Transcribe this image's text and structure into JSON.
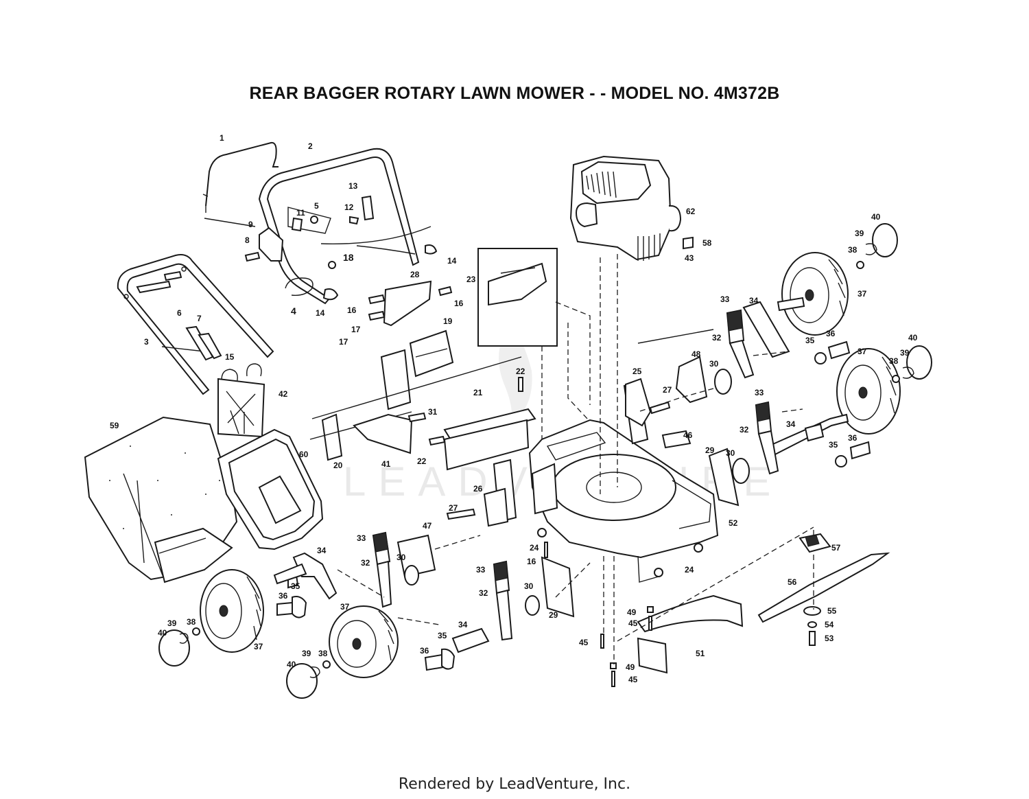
{
  "title": "REAR BAGGER ROTARY LAWN MOWER - - MODEL NO. 4M372B",
  "watermark": "LEADVENTURE",
  "footer": "Rendered by LeadVenture, Inc.",
  "parts": {
    "p1": "1",
    "p2": "2",
    "p3": "3",
    "p4": "4",
    "p5": "5",
    "p6": "6",
    "p7": "7",
    "p8": "8",
    "p9": "9",
    "p11": "11",
    "p12": "12",
    "p13": "13",
    "p14": "14",
    "p15": "15",
    "p16": "16",
    "p17": "17",
    "p18": "18",
    "p19": "19",
    "p20": "20",
    "p21": "21",
    "p22": "22",
    "p23": "23",
    "p24": "24",
    "p25": "25",
    "p26": "26",
    "p27": "27",
    "p28": "28",
    "p29": "29",
    "p30": "30",
    "p31": "31",
    "p32": "32",
    "p33": "33",
    "p34": "34",
    "p35": "35",
    "p36": "36",
    "p37": "37",
    "p38": "38",
    "p39": "39",
    "p40": "40",
    "p41": "41",
    "p42": "42",
    "p43": "43",
    "p45": "45",
    "p46": "46",
    "p47": "47",
    "p48": "48",
    "p49": "49",
    "p51": "51",
    "p52": "52",
    "p53": "53",
    "p54": "54",
    "p55": "55",
    "p56": "56",
    "p57": "57",
    "p58": "58",
    "p59": "59",
    "p60": "60",
    "p62": "62"
  },
  "colors": {
    "ink": "#1a1a1a",
    "watermark": "#e9e9e9"
  }
}
